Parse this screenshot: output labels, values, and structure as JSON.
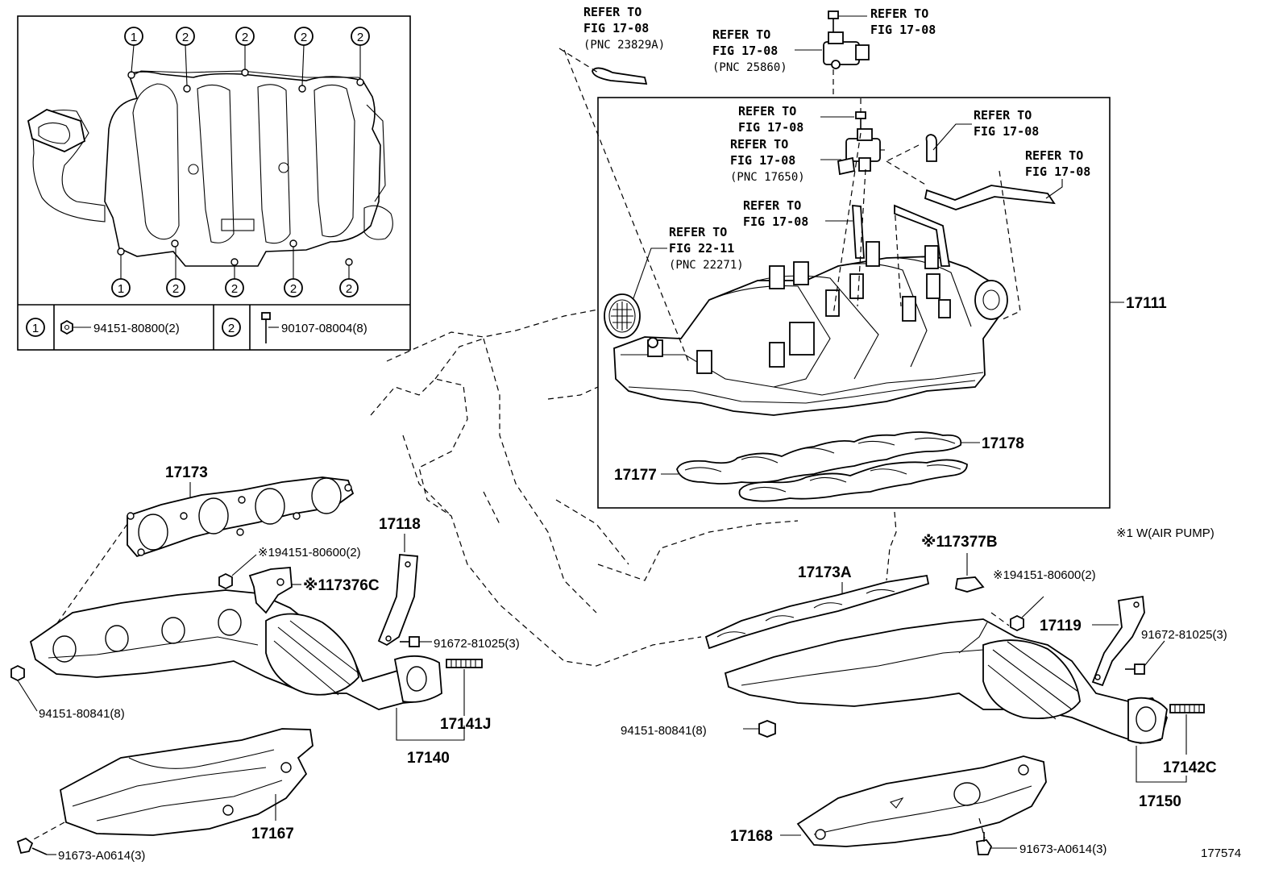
{
  "inset": {
    "callouts_top": [
      "1",
      "2",
      "2",
      "2",
      "2"
    ],
    "callouts_bottom": [
      "1",
      "2",
      "2",
      "2",
      "2"
    ],
    "legend": [
      {
        "key": "1",
        "part": "94151-80800(2)"
      },
      {
        "key": "2",
        "part": "90107-08004(8)"
      }
    ]
  },
  "refs": {
    "r1": {
      "line1": "REFER TO",
      "line2": "FIG 17-08",
      "line3": "(PNC 23829A)"
    },
    "r2": {
      "line1": "REFER TO",
      "line2": "FIG 17-08"
    },
    "r3": {
      "line1": "REFER TO",
      "line2": "FIG 17-08",
      "line3": "(PNC 25860)"
    },
    "r4": {
      "line1": "REFER TO",
      "line2": "FIG 17-08"
    },
    "r5": {
      "line1": "REFER TO",
      "line2": "FIG 17-08",
      "line3": "(PNC 17650)"
    },
    "r6": {
      "line1": "REFER TO",
      "line2": "FIG 17-08"
    },
    "r7": {
      "line1": "REFER TO",
      "line2": "FIG 17-08"
    },
    "r8": {
      "line1": "REFER TO",
      "line2": "FIG 17-08"
    },
    "r9": {
      "line1": "REFER TO",
      "line2": "FIG 22-11",
      "line3": "(PNC 22271)"
    }
  },
  "labels": {
    "p17111": "17111",
    "p17178": "17178",
    "p17177": "17177",
    "p17173": "17173",
    "p17118": "17118",
    "p94151_80600_l": "※194151-80600(2)",
    "p17376C": "※117376C",
    "p91672_l": "91672-81025(3)",
    "p94151_80841_l": "94151-80841(8)",
    "p17141J": "17141J",
    "p17140": "17140",
    "p17167": "17167",
    "p91673_l": "91673-A0614(3)",
    "note": "※1 W(AIR PUMP)",
    "p17377B": "※117377B",
    "p17173A": "17173A",
    "p94151_80600_r": "※194151-80600(2)",
    "p17119": "17119",
    "p91672_r": "91672-81025(3)",
    "p94151_80841_r": "94151-80841(8)",
    "p17142C": "17142C",
    "p17150": "17150",
    "p17168": "17168",
    "p91673_r": "91673-A0614(3)",
    "fig_no": "177574"
  }
}
